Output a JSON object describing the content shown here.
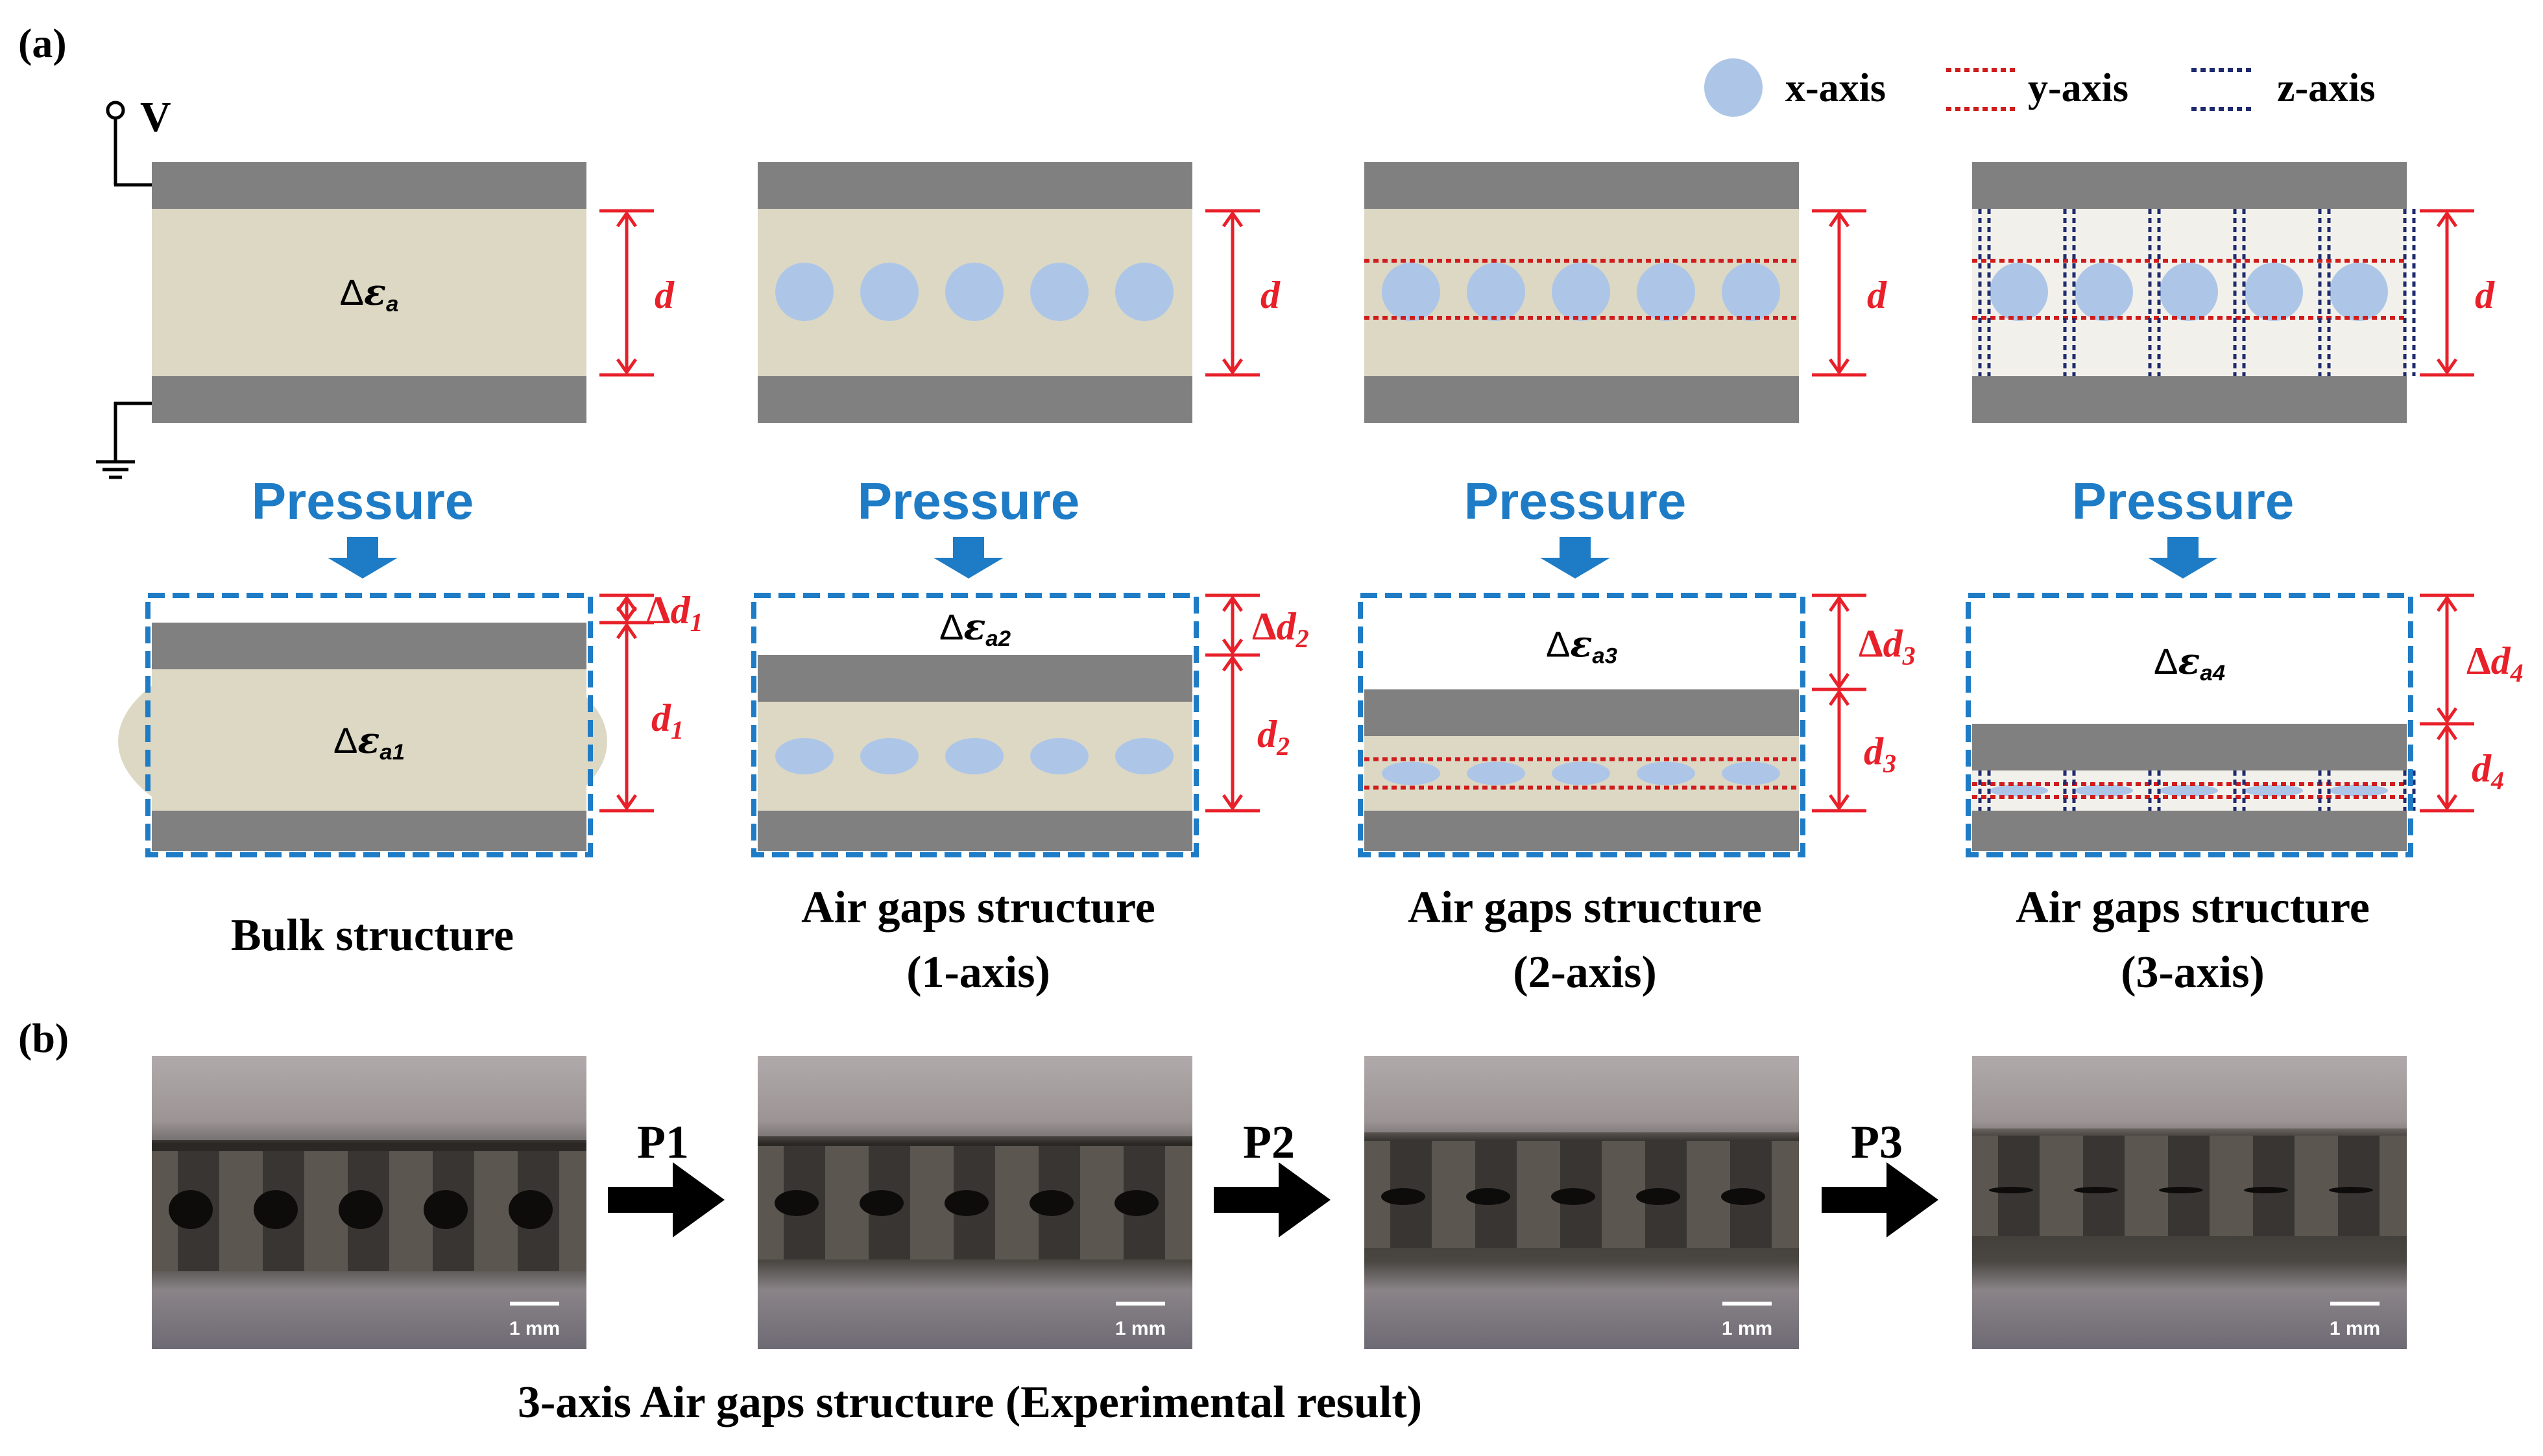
{
  "panel_labels": {
    "a": "(a)",
    "b": "(b)"
  },
  "legend": {
    "x": "x-axis",
    "y": "y-axis",
    "z": "z-axis"
  },
  "voltage_label": "V",
  "pressure_label": "Pressure",
  "delta_symbol": "Δ",
  "epsilon_symbol": "ε",
  "structures": [
    {
      "axes": 0,
      "title_lines": [
        "Bulk structure"
      ],
      "top_eps": "a",
      "bottom_eps": "a1",
      "d_top": "d",
      "dd_label": "d",
      "dd_sub": "1",
      "d_bottom_label": "d",
      "d_bottom_sub": "1"
    },
    {
      "axes": 1,
      "title_lines": [
        "Air gaps structure",
        "(1-axis)"
      ],
      "top_eps": "",
      "bottom_eps": "a2",
      "d_top": "d",
      "dd_label": "d",
      "dd_sub": "2",
      "d_bottom_label": "d",
      "d_bottom_sub": "2"
    },
    {
      "axes": 2,
      "title_lines": [
        "Air gaps structure",
        "(2-axis)"
      ],
      "top_eps": "",
      "bottom_eps": "a3",
      "d_top": "d",
      "dd_label": "d",
      "dd_sub": "3",
      "d_bottom_label": "d",
      "d_bottom_sub": "3"
    },
    {
      "axes": 3,
      "title_lines": [
        "Air gaps structure",
        "(3-axis)"
      ],
      "top_eps": "",
      "bottom_eps": "a4",
      "d_top": "d",
      "dd_label": "d",
      "dd_sub": "4",
      "d_bottom_label": "d",
      "d_bottom_sub": "4"
    }
  ],
  "photos": {
    "step_labels": [
      "P1",
      "P2",
      "P3"
    ],
    "scale_label": "1 mm",
    "caption": "3-axis Air gaps structure (Experimental result)"
  },
  "colors": {
    "electrode": "#808080",
    "dielectric": "#dcd8c4",
    "dielectric_3axis": "#f2f0ea",
    "air_gap": "#adc6e8",
    "dimension_red": "#e8202a",
    "pressure_blue": "#1e7cc6",
    "dash_box_blue": "#1e7cc6",
    "y_axis_line": "#d01c1c",
    "z_axis_line": "#1e2a6e",
    "arrow_black": "#000000"
  }
}
